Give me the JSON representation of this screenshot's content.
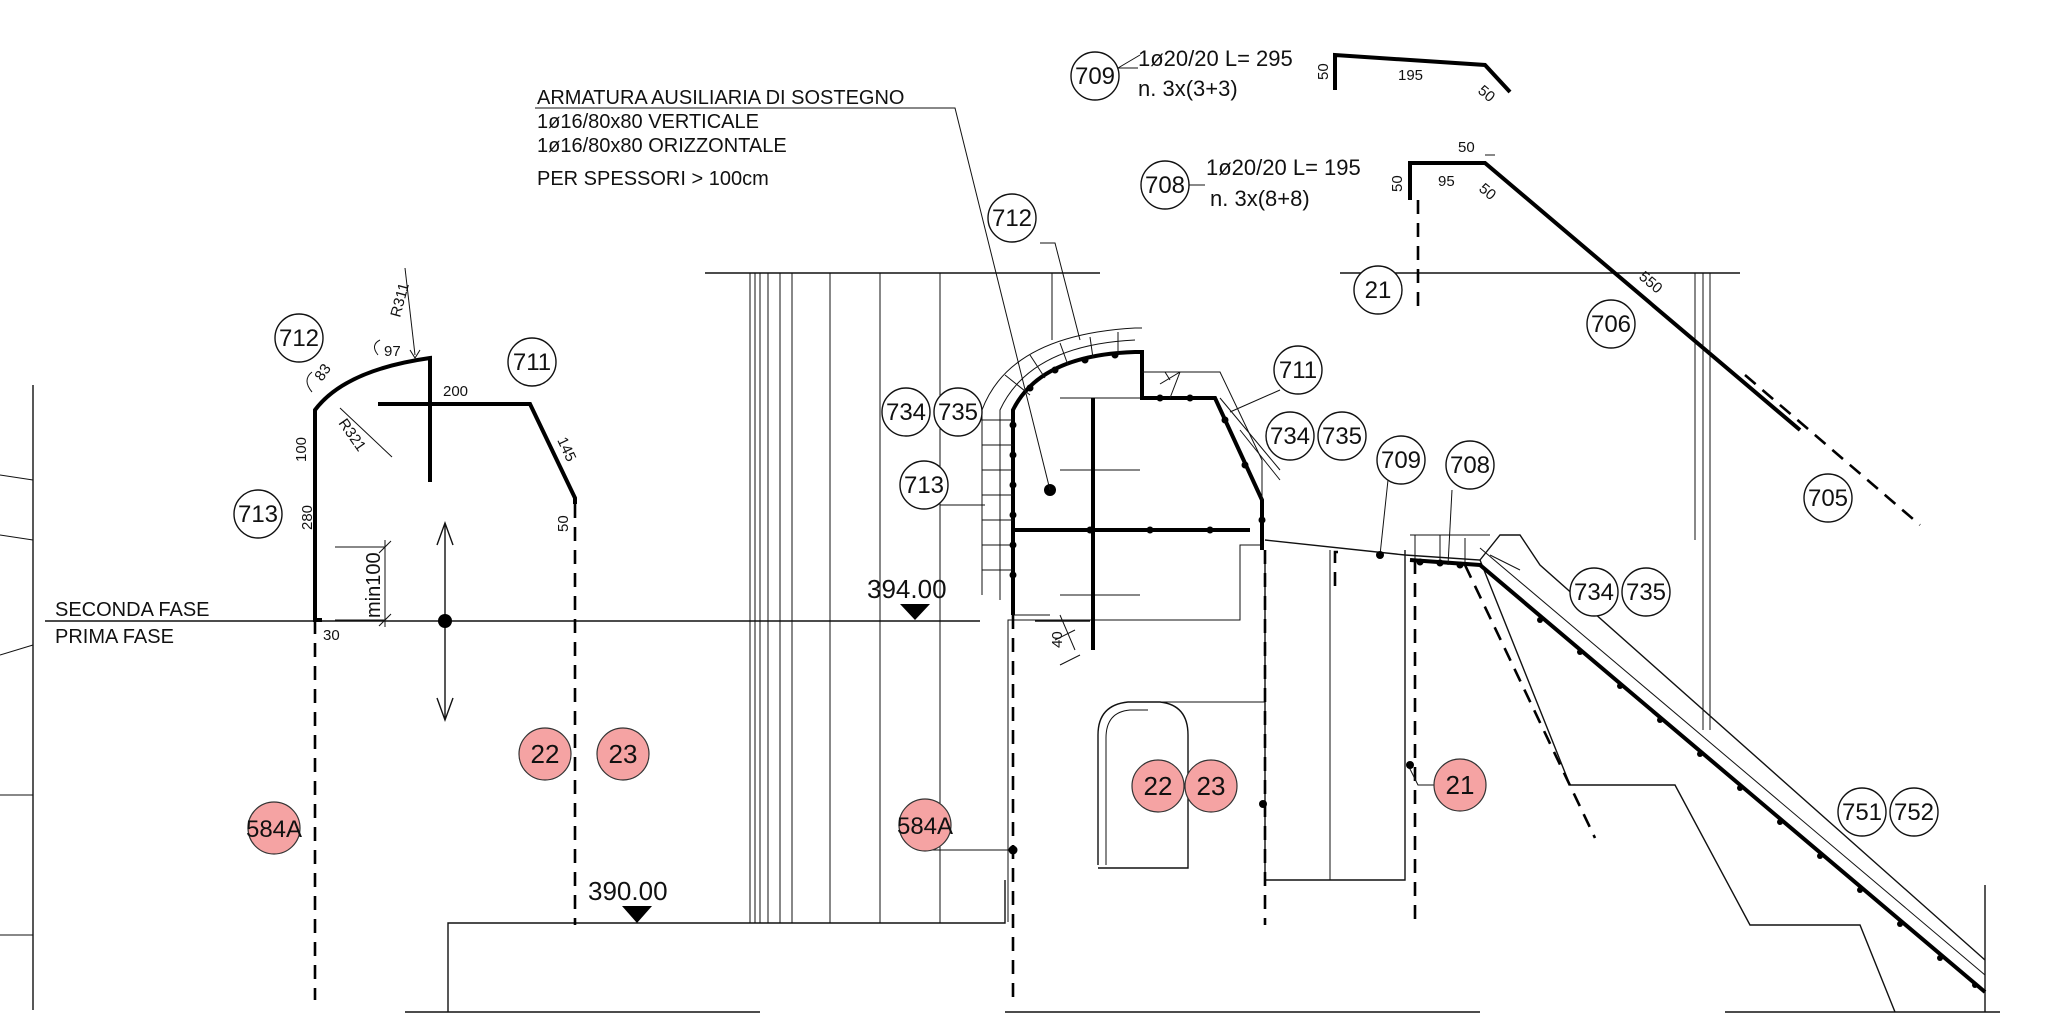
{
  "notes": {
    "armatura_title": "ARMATURA AUSILIARIA DI SOSTEGNO",
    "armatura_line1": "1ø16/80x80 VERTICALE",
    "armatura_line2": "1ø16/80x80 ORIZZONTALE",
    "armatura_line3": "PER SPESSORI > 100cm",
    "seconda_fase": "SECONDA FASE",
    "prima_fase": "PRIMA FASE"
  },
  "elevations": {
    "upper": "394.00",
    "lower": "390.00"
  },
  "bar_schedule": {
    "b709": {
      "mark": "709",
      "spec": "1ø20/20 L= 295",
      "count": "n. 3x(3+3)",
      "dim_a": "50",
      "dim_b": "195",
      "dim_c": "50"
    },
    "b708": {
      "mark": "708",
      "spec": "1ø20/20 L= 195",
      "count": "n. 3x(8+8)",
      "dim_a": "50",
      "dim_b": "95",
      "dim_c": "50",
      "dim_d": "50"
    }
  },
  "detail_dims": {
    "r311": "R311",
    "r321": "R321",
    "d97": "97",
    "d83": "83",
    "d200": "200",
    "d145": "145",
    "d50": "50",
    "d100": "100",
    "d280": "280",
    "d30": "30",
    "min100": "min100",
    "d40": "40",
    "d550": "550"
  },
  "marks": {
    "m712a": "712",
    "m711a": "711",
    "m713a": "713",
    "m712b": "712",
    "m734a": "734",
    "m735a": "735",
    "m713b": "713",
    "m711b": "711",
    "m734b": "734",
    "m735b": "735",
    "m709": "709",
    "m708": "708",
    "m21": "21",
    "m706": "706",
    "m705": "705",
    "m734c": "734",
    "m735c": "735",
    "m751": "751",
    "m752": "752"
  },
  "highlight_marks": {
    "h584a1": "584A",
    "h22a": "22",
    "h23a": "23",
    "h584a2": "584A",
    "h22b": "22",
    "h23b": "23",
    "h21": "21"
  },
  "colors": {
    "highlight": "#f5a3a3",
    "line": "#111111"
  }
}
